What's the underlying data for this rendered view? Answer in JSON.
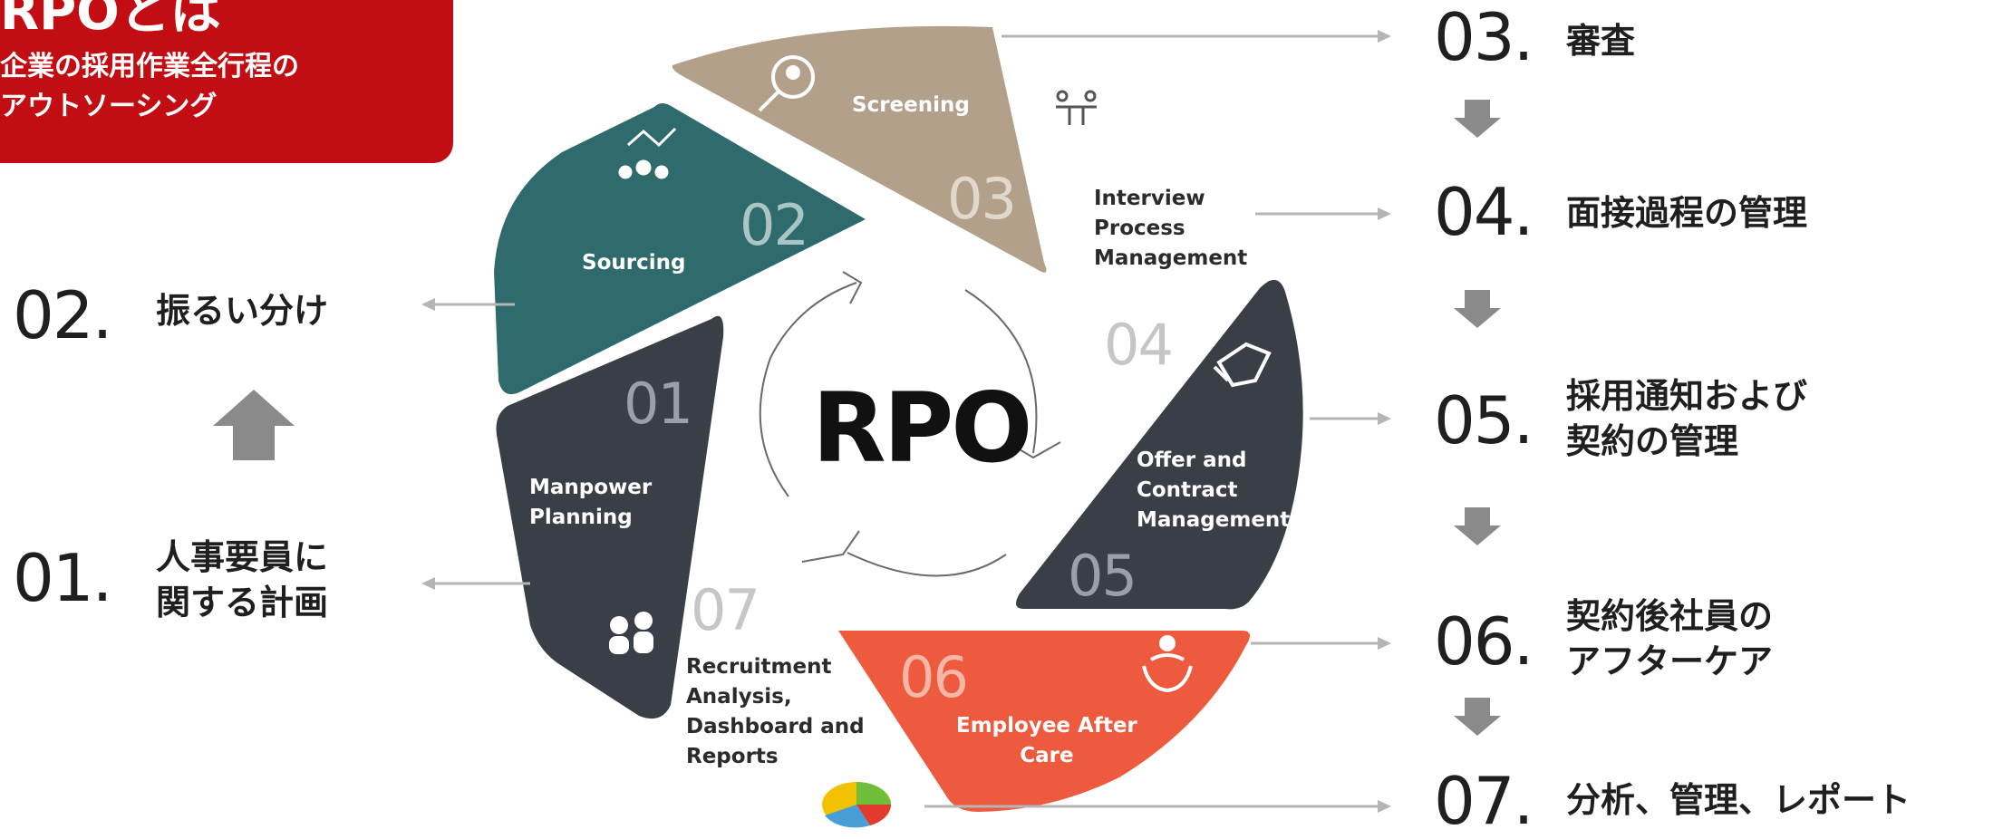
{
  "header": {
    "title": "RPOとは",
    "subtitle_line1": "企業の採用作業全行程の",
    "subtitle_line2": "アウトソーシング"
  },
  "center_label": "RPO",
  "segments": [
    {
      "number": "01",
      "label": "Manpower\nPlanning",
      "color": "#3a3e47"
    },
    {
      "number": "02",
      "label": "Sourcing",
      "color": "#2f6a6c"
    },
    {
      "number": "03",
      "label": "Screening",
      "color": "#b3a08a"
    },
    {
      "number": "04",
      "label": "Interview\nProcess\nManagement",
      "color": "#ffffff"
    },
    {
      "number": "05",
      "label": "Offer and\nContract\nManagement",
      "color": "#3a3e47"
    },
    {
      "number": "06",
      "label": "Employee After\nCare",
      "color": "#ee5a3d"
    },
    {
      "number": "07",
      "label": "Recruitment\nAnalysis,\nDashboard and\nReports",
      "color": "#ffffff"
    }
  ],
  "left_steps": [
    {
      "number": "02.",
      "label": "振るい分け"
    },
    {
      "number": "01.",
      "label_line1": "人事要員に",
      "label_line2": "関する計画"
    }
  ],
  "right_steps": [
    {
      "number": "03.",
      "label": "審査"
    },
    {
      "number": "04.",
      "label": "面接過程の管理"
    },
    {
      "number": "05.",
      "label_line1": "採用通知および",
      "label_line2": "契約の管理"
    },
    {
      "number": "06.",
      "label_line1": "契約後社員の",
      "label_line2": "アフターケア"
    },
    {
      "number": "07.",
      "label": "分析、管理、レポート"
    }
  ]
}
